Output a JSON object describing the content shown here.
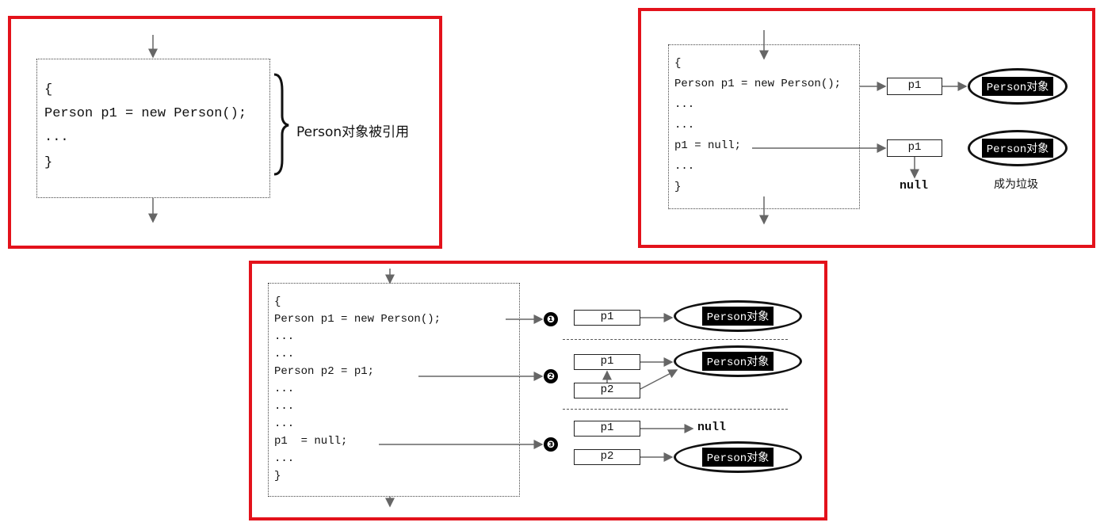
{
  "panel_1": {
    "code_lines": [
      "{",
      "Person p1 = new Person();",
      "...",
      "}"
    ],
    "annotation": "Person对象被引用"
  },
  "panel_2": {
    "code_lines": [
      "{",
      "Person p1 = new Person();",
      "...",
      "...",
      "p1 = null;",
      "...",
      "}"
    ],
    "ref_p1_top": "p1",
    "ref_p1_bottom": "p1",
    "object_top": "Person对象",
    "object_bottom": "Person对象",
    "null_label": "null",
    "garbage_label": "成为垃圾"
  },
  "panel_3": {
    "code_lines": [
      "{",
      "Person p1 = new Person();",
      "...",
      "...",
      "Person p2 = p1;",
      "...",
      "...",
      "...",
      "p1  = null;",
      "...",
      "}"
    ],
    "steps": [
      "❶",
      "❷",
      "❸"
    ],
    "step1": {
      "ref": "p1",
      "object": "Person对象"
    },
    "step2": {
      "ref_a": "p1",
      "ref_b": "p2",
      "object": "Person对象"
    },
    "step3": {
      "ref_a": "p1",
      "ref_b": "p2",
      "null_label": "null",
      "object": "Person对象"
    }
  }
}
